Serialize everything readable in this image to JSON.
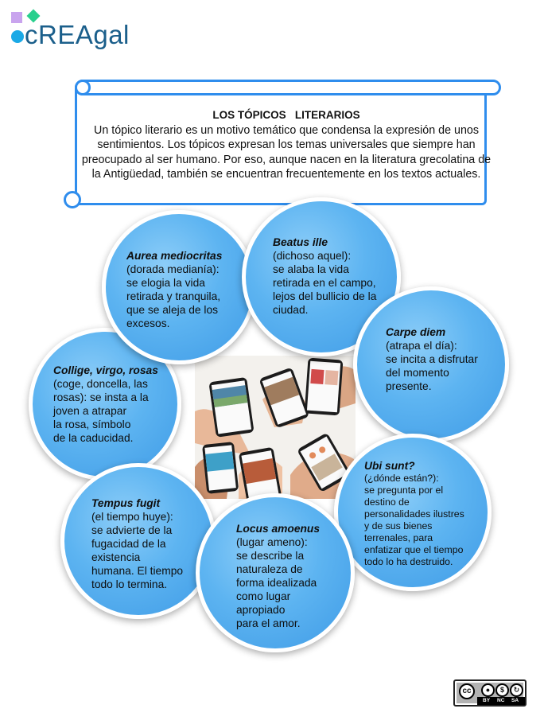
{
  "brand": {
    "name": "cREAgal"
  },
  "intro": {
    "title": "LOS TÓPICOS   LITERARIOS",
    "text": "Un tópico literario es un motivo temático que condensa la expresión de unos sentimientos. Los tópicos expresan los temas universales que siempre han preocupado al ser humano.  Por eso, aunque nacen en la literatura grecolatina de la Antigüedad, también se encuentran frecuentemente en los textos actuales."
  },
  "topics": [
    {
      "name": "Aurea mediocritas",
      "body": "(dorada medianía):\nse elogia la vida\nretirada y tranquila,\nque se aleja de los\nexcesos."
    },
    {
      "name": "Beatus ille",
      "body": "(dichoso aquel):\nse alaba la vida\nretirada en el campo,\nlejos del bullicio de la\nciudad."
    },
    {
      "name": "Carpe diem",
      "body": "(atrapa el día):\nse incita a disfrutar\ndel momento\npresente."
    },
    {
      "name": "Collige, virgo, rosas",
      "body": "(coge, doncella, las\nrosas): se insta a la\njoven a atrapar\nla rosa, símbolo\nde la caducidad."
    },
    {
      "name": "Ubi sunt?",
      "body": "(¿dónde están?):\nse pregunta por el\ndestino de\npersonalidades ilustres\ny de sus bienes\nterrenales, para\nenfatizar que el tiempo\ntodo lo ha destruido."
    },
    {
      "name": "Tempus fugit",
      "body": "(el tiempo huye):\nse advierte de la\nfugacidad de la\nexistencia\nhumana. El tiempo\ntodo lo termina."
    },
    {
      "name": "Locus amoenus",
      "body": "(lugar ameno):\nse describe la\nnaturaleza de\nforma idealizada\ncomo lugar\napropiado\npara el amor."
    }
  ],
  "license": {
    "badge": "cc",
    "labels": [
      "BY",
      "NC",
      "SA"
    ]
  }
}
